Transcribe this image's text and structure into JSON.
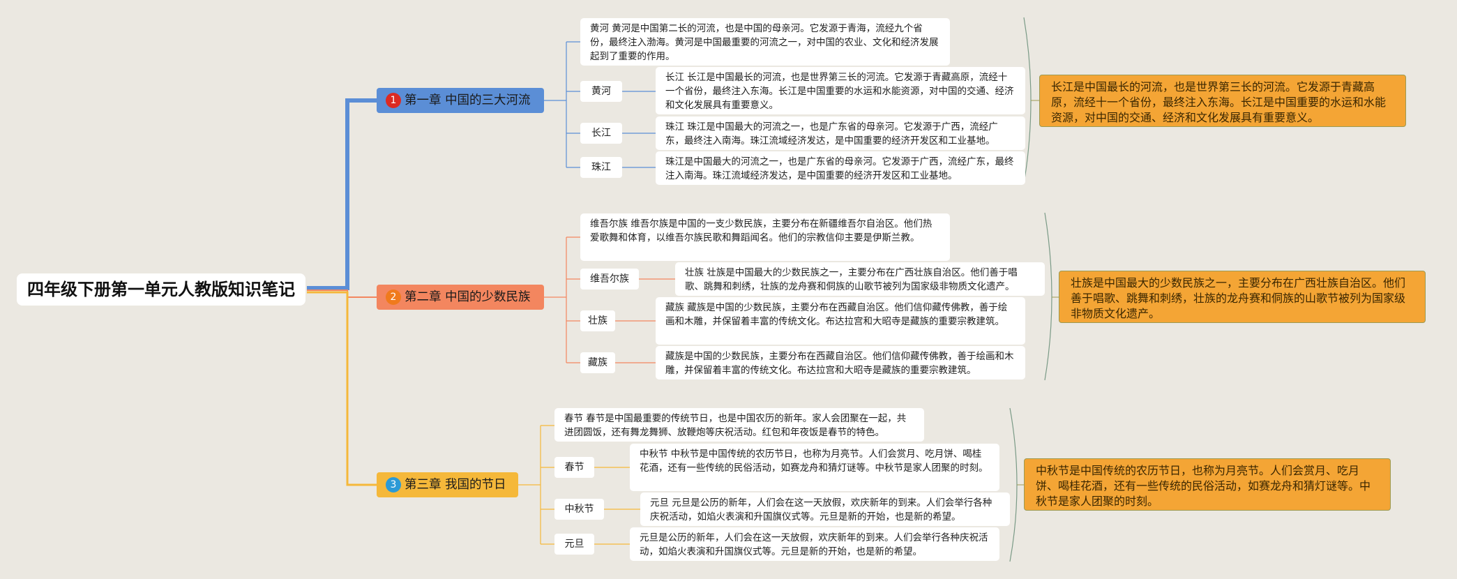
{
  "root": {
    "title": "四年级下册第一单元人教版知识笔记"
  },
  "colors": {
    "background": "#ebe8e1",
    "chapter1": "#5b8ed6",
    "chapter2": "#f3865f",
    "chapter3": "#f5b83a",
    "badge1": "#dc2a22",
    "badge2": "#f07a1c",
    "badge3": "#2b9ad6",
    "summary": "#f4a535",
    "bracket": "#7a9a86"
  },
  "chapters": [
    {
      "number": "1",
      "title": "第一章 中国的三大河流",
      "lead_note": "黄河 黄河是中国第二长的河流，也是中国的母亲河。它发源于青海，流经九个省份，最终注入渤海。黄河是中国最重要的河流之一，对中国的农业、文化和经济发展起到了重要的作用。",
      "topics": [
        {
          "tag": "黄河",
          "note": "长江 长江是中国最长的河流，也是世界第三长的河流。它发源于青藏高原，流经十一个省份，最终注入东海。长江是中国重要的水运和水能资源，对中国的交通、经济和文化发展具有重要意义。"
        },
        {
          "tag": "长江",
          "note": "珠江 珠江是中国最大的河流之一，也是广东省的母亲河。它发源于广西，流经广东，最终注入南海。珠江流域经济发达，是中国重要的经济开发区和工业基地。"
        },
        {
          "tag": "珠江",
          "note": "珠江是中国最大的河流之一，也是广东省的母亲河。它发源于广西，流经广东，最终注入南海。珠江流域经济发达，是中国重要的经济开发区和工业基地。"
        }
      ],
      "summary": "长江是中国最长的河流，也是世界第三长的河流。它发源于青藏高原，流经十一个省份，最终注入东海。长江是中国重要的水运和水能资源，对中国的交通、经济和文化发展具有重要意义。"
    },
    {
      "number": "2",
      "title": "第二章 中国的少数民族",
      "lead_note": "维吾尔族 维吾尔族是中国的一支少数民族，主要分布在新疆维吾尔自治区。他们热爱歌舞和体育，以维吾尔族民歌和舞蹈闻名。他们的宗教信仰主要是伊斯兰教。",
      "topics": [
        {
          "tag": "维吾尔族",
          "note": "壮族 壮族是中国最大的少数民族之一，主要分布在广西壮族自治区。他们善于唱歌、跳舞和刺绣，壮族的龙舟赛和侗族的山歌节被列为国家级非物质文化遗产。"
        },
        {
          "tag": "壮族",
          "note": "藏族 藏族是中国的少数民族，主要分布在西藏自治区。他们信仰藏传佛教，善于绘画和木雕，并保留着丰富的传统文化。布达拉宫和大昭寺是藏族的重要宗教建筑。"
        },
        {
          "tag": "藏族",
          "note": "藏族是中国的少数民族，主要分布在西藏自治区。他们信仰藏传佛教，善于绘画和木雕，并保留着丰富的传统文化。布达拉宫和大昭寺是藏族的重要宗教建筑。"
        }
      ],
      "summary": "壮族是中国最大的少数民族之一，主要分布在广西壮族自治区。他们善于唱歌、跳舞和刺绣，壮族的龙舟赛和侗族的山歌节被列为国家级非物质文化遗产。"
    },
    {
      "number": "3",
      "title": "第三章 我国的节日",
      "lead_note": "春节 春节是中国最重要的传统节日，也是中国农历的新年。家人会团聚在一起，共进团圆饭，还有舞龙舞狮、放鞭炮等庆祝活动。红包和年夜饭是春节的特色。",
      "topics": [
        {
          "tag": "春节",
          "note": "中秋节 中秋节是中国传统的农历节日，也称为月亮节。人们会赏月、吃月饼、喝桂花酒，还有一些传统的民俗活动，如赛龙舟和猜灯谜等。中秋节是家人团聚的时刻。"
        },
        {
          "tag": "中秋节",
          "note": "元旦 元旦是公历的新年，人们会在这一天放假，欢庆新年的到来。人们会举行各种庆祝活动，如焰火表演和升国旗仪式等。元旦是新的开始，也是新的希望。"
        },
        {
          "tag": "元旦",
          "note": "元旦是公历的新年，人们会在这一天放假，欢庆新年的到来。人们会举行各种庆祝活动，如焰火表演和升国旗仪式等。元旦是新的开始，也是新的希望。"
        }
      ],
      "summary": "中秋节是中国传统的农历节日，也称为月亮节。人们会赏月、吃月饼、喝桂花酒，还有一些传统的民俗活动，如赛龙舟和猜灯谜等。中秋节是家人团聚的时刻。"
    }
  ]
}
